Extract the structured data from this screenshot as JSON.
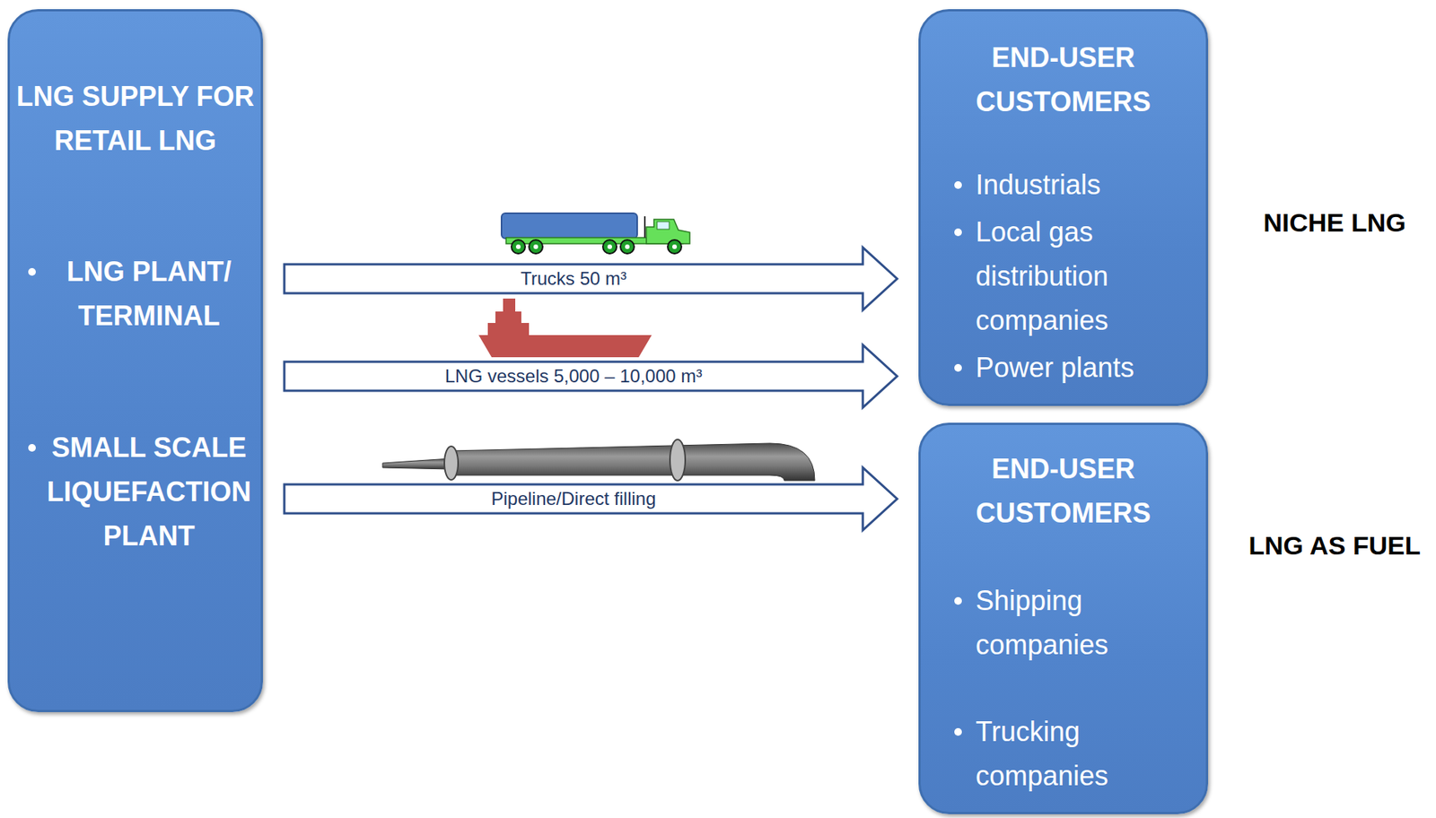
{
  "diagram": {
    "nodes": [
      {
        "text": [
          "LNG SUPPLY FOR RETAIL LNG",
          "LNG PLANT/ TERMINAL",
          "SMALL SCALE LIQUEFACTION PLANT"
        ]
      },
      {
        "text": [
          "END-USER CUSTOMERS",
          "Industrials",
          "Local gas distribution companies",
          "Power plants"
        ]
      },
      {
        "text": [
          "END-USER CUSTOMERS",
          "Shipping companies",
          "Trucking companies"
        ]
      }
    ],
    "edges": [
      {
        "from": 0,
        "to": 1,
        "label": "Trucks 50 m³",
        "arrow": "to"
      },
      {
        "from": 0,
        "to": 1,
        "label": "LNG vessels 5,000 – 10,000 m³",
        "arrow": "to"
      },
      {
        "from": 0,
        "to": 2,
        "label": "Pipeline/Direct filling",
        "arrow": "to"
      }
    ],
    "labels": [
      "NICHE LNG",
      "LNG AS FUEL"
    ]
  }
}
